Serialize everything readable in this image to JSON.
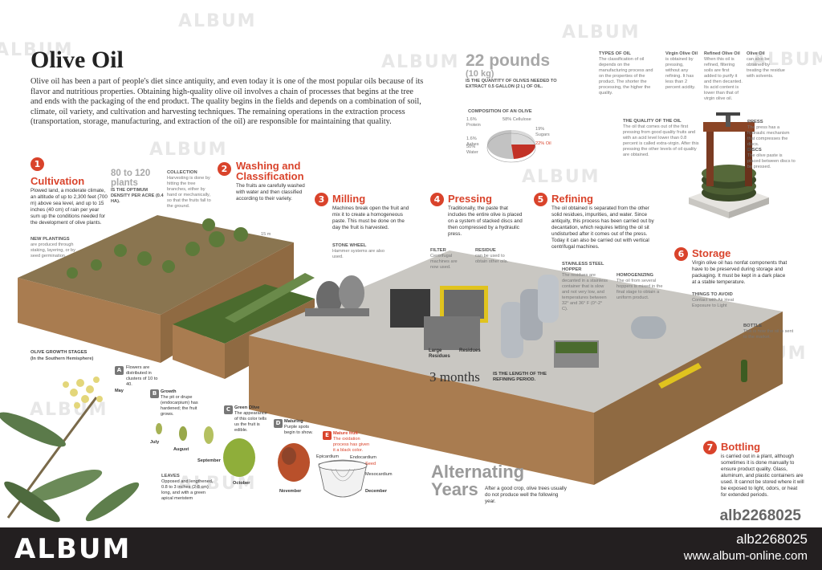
{
  "title": "Olive Oil",
  "intro": "Olive oil has been a part of people's diet since antiquity, and even today it is one of the most popular oils because of its flavor and nutritious properties. Obtaining high-quality olive oil involves a chain of processes that begins at the tree and ends with the packaging of the end product. The quality begins in the fields and depends on a combination of soil, climate, oil variety, and cultivation and harvesting techniques. The remaining operations in the extraction process (transportation, storage, manufacturing, and extraction of the oil) are responsible for maintaining that quality.",
  "stats": {
    "pounds": "22 pounds",
    "kg": "(10 kg)",
    "pounds_text": "IS THE QUANTITY OF OLIVES NEEDED TO EXTRACT 0.5 GALLON (2 L) OF OIL."
  },
  "composition": {
    "title": "COMPOSITION OF AN OLIVE",
    "labels": [
      "1.6% Protein",
      "58% Cellulose",
      "19% Sugars",
      "1.6% Ashes",
      "50% Water",
      "22% Oil"
    ]
  },
  "types": {
    "title": "TYPES OF OIL",
    "text": "The classification of oil depends on the manufacturing process and on the properties of the product. The shorter the processing, the higher the quality.",
    "virgin_title": "Virgin Olive Oil",
    "virgin_text": "is obtained by pressing, without any refining. It has less than 2 percent acidity.",
    "refined_title": "Refined Olive Oil",
    "refined_text": "When this oil is refined, filtering soils are first added to purify it and then decanted. Its acid content is lower than that of virgin olive oil.",
    "olive_title": "Olive Oil",
    "olive_text": "can also be obtained by treating the residue with solvents."
  },
  "quality": {
    "title": "THE QUALITY OF THE OIL",
    "text": "The oil that comes out of the first pressing from good quality fruits and with an acid level lower than 0.8 percent is called extra-virgin. After this pressing the other levels of oil quality are obtained."
  },
  "press": {
    "press_title": "PRESS",
    "press_text": "The press has a hydraulic mechanism that compresses the discs.",
    "discs_title": "DISCS",
    "discs_text": "The olive paste is placed between discs to be pressed."
  },
  "steps": [
    {
      "num": "1",
      "title": "Cultivation",
      "text": "Plowed land, a moderate climate, an altitude of up to 2,300 feet (700 m) above sea level, and up to 15 inches (40 cm) of rain per year sum up the conditions needed for the development of olive plants."
    },
    {
      "num": "2",
      "title": "Washing and Classification",
      "text": "The fruits are carefully washed with water and then classified according to their variety."
    },
    {
      "num": "3",
      "title": "Milling",
      "text": "Machines break open the fruit and mix it to create a homogeneous paste. This must be done on the day the fruit is harvested."
    },
    {
      "num": "4",
      "title": "Pressing",
      "text": "Traditionally, the paste that includes the entire olive is placed on a system of stacked discs and then compressed by a hydraulic press."
    },
    {
      "num": "5",
      "title": "Refining",
      "text": "The oil obtained is separated from the other solid residues, impurities, and water. Since antiquity, this process has been carried out by decantation, which requires letting the oil sit undisturbed after it comes out of the press. Today it can also be carried out with vertical centrifugal machines."
    },
    {
      "num": "6",
      "title": "Storage",
      "text": "Virgin olive oil has nonfat components that have to be preserved during storage and packaging. It must be kept in a dark place at a stable temperature."
    },
    {
      "num": "7",
      "title": "Bottling",
      "text": "is carried out in a plant, although sometimes it is done manually to ensure product quality. Glass, aluminum, and plastic containers are used. It cannot be stored where it will be exposed to light, odors, or heat for extended periods."
    }
  ],
  "plants": {
    "big": "80 to 120 plants",
    "text": "IS THE OPTIMUM DENSITY PER ACRE (0.4 HA)."
  },
  "collection": {
    "title": "COLLECTION",
    "text": "Harvesting is done by hitting the tree branches, either by hand or mechanically, so that the fruits fall to the ground."
  },
  "new_plantings": {
    "title": "NEW PLANTINGS",
    "text": "are produced through staking, layering, or by seed germination."
  },
  "measure": "15 m",
  "stone_wheel": {
    "title": "STONE WHEEL",
    "text": "Hammer systems are also used."
  },
  "filter": {
    "title": "FILTER",
    "text": "Centrifugal machines are now used."
  },
  "residue": {
    "title": "RESIDUE",
    "text": "can be used to obtain other oils."
  },
  "large_residues": "Large Residues",
  "residues": "Residues",
  "hopper": {
    "title": "STAINLESS STEEL HOPPER",
    "text": "The residues are decanted in a stainless container that is slow and not very low, and temperatures between 32° and 36° F (0°-2° C)."
  },
  "homogenizing": {
    "title": "HOMOGENIZING",
    "text": "The oil from several hoppers is mixed in the final stage to obtain a uniform product."
  },
  "avoid": {
    "title": "THINGS TO AVOID",
    "text": "Contact with Air  Heat  Exposure to Light"
  },
  "bottle": {
    "title": "BOTTLE",
    "text": "This is how the oil is sent to the market."
  },
  "months": {
    "big": "3 months",
    "text": "IS THE LENGTH OF THE REFINING PERIOD."
  },
  "alternating": {
    "big1": "Alternating",
    "big2": "Years",
    "text": "After a good crop, olive trees usually do not produce well the following year."
  },
  "growth": {
    "title": "OLIVE GROWTH STAGES",
    "subtitle": "(In the Southern Hemisphere)",
    "a_letter": "A",
    "a_text": "Flowers are distributed in clusters of 10 to 40.",
    "may": "May",
    "b_letter": "B",
    "b_title": "Growth",
    "b_text": "The pit or drupe (endocarpium) has hardened; the fruit grows.",
    "c_letter": "C",
    "c_title": "Green Olive",
    "c_text": "The appearance of this color tells us the fruit is edible.",
    "d_letter": "D",
    "d_title": "Maturing",
    "d_text": "Purple spots begin to show.",
    "e_letter": "E",
    "e_title": "Mature fruit",
    "e_text": "The oxidation process has given it a black color.",
    "july": "July",
    "august": "August",
    "september": "September",
    "october": "October",
    "november": "November",
    "december": "December",
    "leaves_title": "LEAVES",
    "leaves_text": "Opposed and lengthened, 0.8 to 3 inches (2-8 cm) long, and with a green apical meristem",
    "epicardium": "Epicardium",
    "endocardium": "Endocardium",
    "seed": "Seed",
    "mesocardium": "Mesocardium"
  },
  "watermark": "ALBUM",
  "footer": {
    "logo": "ALBUM",
    "id": "alb2268025",
    "url": "www.album-online.com",
    "stamp": "alb2268025"
  },
  "colors": {
    "accent": "#d9432b",
    "footer": "#231f20",
    "soil": "#a97c50",
    "ground": "#c9c7c2"
  }
}
